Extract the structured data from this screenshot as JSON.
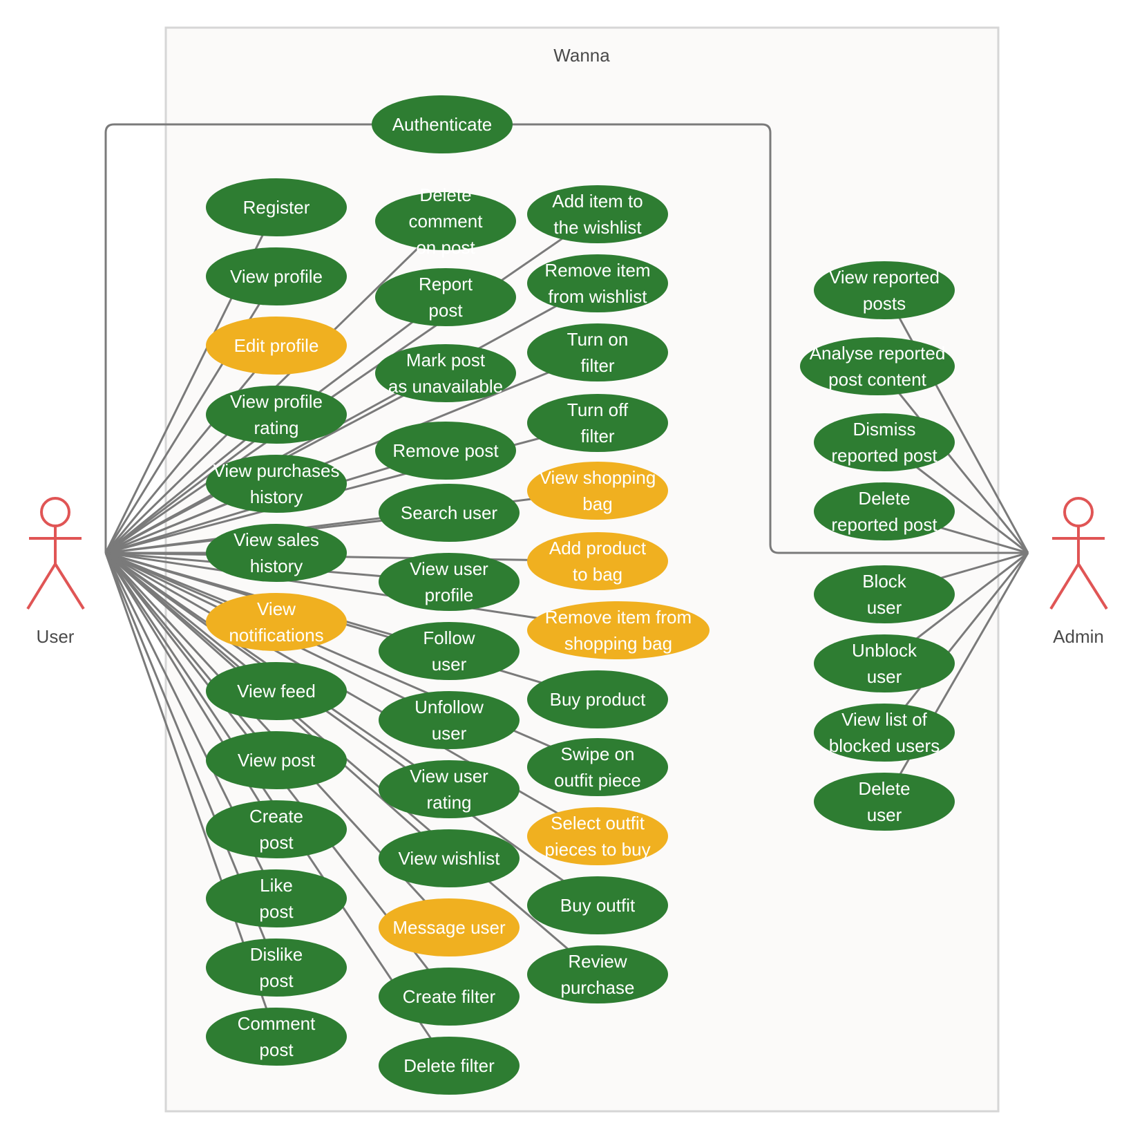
{
  "system": {
    "title": "Wanna"
  },
  "colors": {
    "implemented": "#2e7d32",
    "highlighted": "#f0b020",
    "line": "#7a7a7a",
    "actor": "#e05555"
  },
  "actors": {
    "user": "User",
    "admin": "Admin"
  },
  "use_cases": [
    {
      "id": "authenticate",
      "lines": [
        "Authenticate"
      ],
      "status": "implemented"
    },
    {
      "id": "register",
      "lines": [
        "Register"
      ],
      "status": "implemented"
    },
    {
      "id": "view-profile",
      "lines": [
        "View profile"
      ],
      "status": "implemented"
    },
    {
      "id": "edit-profile",
      "lines": [
        "Edit profile"
      ],
      "status": "highlighted"
    },
    {
      "id": "view-profile-rating",
      "lines": [
        "View profile",
        "rating"
      ],
      "status": "implemented"
    },
    {
      "id": "view-purchases-history",
      "lines": [
        "View purchases",
        "history"
      ],
      "status": "implemented"
    },
    {
      "id": "view-sales-history",
      "lines": [
        "View sales",
        "history"
      ],
      "status": "implemented"
    },
    {
      "id": "view-notifications",
      "lines": [
        "View",
        "notifications"
      ],
      "status": "highlighted"
    },
    {
      "id": "view-feed",
      "lines": [
        "View feed"
      ],
      "status": "implemented"
    },
    {
      "id": "view-post",
      "lines": [
        "View post"
      ],
      "status": "implemented"
    },
    {
      "id": "create-post",
      "lines": [
        "Create",
        "post"
      ],
      "status": "implemented"
    },
    {
      "id": "like-post",
      "lines": [
        "Like",
        "post"
      ],
      "status": "implemented"
    },
    {
      "id": "dislike-post",
      "lines": [
        "Dislike",
        "post"
      ],
      "status": "implemented"
    },
    {
      "id": "comment-post",
      "lines": [
        "Comment",
        "post"
      ],
      "status": "implemented"
    },
    {
      "id": "delete-comment",
      "lines": [
        "Delete",
        "comment",
        "on post"
      ],
      "status": "implemented"
    },
    {
      "id": "report-post",
      "lines": [
        "Report",
        "post"
      ],
      "status": "implemented"
    },
    {
      "id": "mark-unavailable",
      "lines": [
        "Mark post",
        "as unavailable"
      ],
      "status": "implemented"
    },
    {
      "id": "remove-post",
      "lines": [
        "Remove post"
      ],
      "status": "implemented"
    },
    {
      "id": "search-user",
      "lines": [
        "Search user"
      ],
      "status": "implemented"
    },
    {
      "id": "view-user-profile",
      "lines": [
        "View user",
        "profile"
      ],
      "status": "implemented"
    },
    {
      "id": "follow-user",
      "lines": [
        "Follow",
        "user"
      ],
      "status": "implemented"
    },
    {
      "id": "unfollow-user",
      "lines": [
        "Unfollow",
        "user"
      ],
      "status": "implemented"
    },
    {
      "id": "view-user-rating",
      "lines": [
        "View user",
        "rating"
      ],
      "status": "implemented"
    },
    {
      "id": "view-wishlist",
      "lines": [
        "View wishlist"
      ],
      "status": "implemented"
    },
    {
      "id": "message-user",
      "lines": [
        "Message user"
      ],
      "status": "highlighted"
    },
    {
      "id": "create-filter",
      "lines": [
        "Create filter"
      ],
      "status": "implemented"
    },
    {
      "id": "delete-filter",
      "lines": [
        "Delete filter"
      ],
      "status": "implemented"
    },
    {
      "id": "add-wishlist",
      "lines": [
        "Add item to",
        "the wishlist"
      ],
      "status": "implemented"
    },
    {
      "id": "remove-wishlist",
      "lines": [
        "Remove item",
        "from wishlist"
      ],
      "status": "implemented"
    },
    {
      "id": "turn-on-filter",
      "lines": [
        "Turn on",
        "filter"
      ],
      "status": "implemented"
    },
    {
      "id": "turn-off-filter",
      "lines": [
        "Turn off",
        "filter"
      ],
      "status": "implemented"
    },
    {
      "id": "view-shopping-bag",
      "lines": [
        "View shopping",
        "bag"
      ],
      "status": "highlighted"
    },
    {
      "id": "add-product-bag",
      "lines": [
        "Add product",
        "to bag"
      ],
      "status": "highlighted"
    },
    {
      "id": "remove-item-bag",
      "lines": [
        "Remove item from",
        "shopping bag"
      ],
      "status": "highlighted"
    },
    {
      "id": "buy-product",
      "lines": [
        "Buy product"
      ],
      "status": "implemented"
    },
    {
      "id": "swipe-outfit",
      "lines": [
        "Swipe on",
        "outfit piece"
      ],
      "status": "implemented"
    },
    {
      "id": "select-outfit",
      "lines": [
        "Select outfit",
        "pieces to buy"
      ],
      "status": "highlighted"
    },
    {
      "id": "buy-outfit",
      "lines": [
        "Buy outfit"
      ],
      "status": "implemented"
    },
    {
      "id": "review-purchase",
      "lines": [
        "Review",
        "purchase"
      ],
      "status": "implemented"
    },
    {
      "id": "view-reported-posts",
      "lines": [
        "View reported",
        "posts"
      ],
      "status": "implemented"
    },
    {
      "id": "analyse-reported",
      "lines": [
        "Analyse reported",
        "post content"
      ],
      "status": "implemented"
    },
    {
      "id": "dismiss-reported",
      "lines": [
        "Dismiss",
        "reported post"
      ],
      "status": "implemented"
    },
    {
      "id": "delete-reported",
      "lines": [
        "Delete",
        "reported post"
      ],
      "status": "implemented"
    },
    {
      "id": "block-user",
      "lines": [
        "Block",
        "user"
      ],
      "status": "implemented"
    },
    {
      "id": "unblock-user",
      "lines": [
        "Unblock",
        "user"
      ],
      "status": "implemented"
    },
    {
      "id": "view-blocked",
      "lines": [
        "View list of",
        "blocked users"
      ],
      "status": "implemented"
    },
    {
      "id": "delete-user",
      "lines": [
        "Delete",
        "user"
      ],
      "status": "implemented"
    }
  ],
  "associations": {
    "user": [
      "register",
      "view-profile",
      "edit-profile",
      "view-profile-rating",
      "view-purchases-history",
      "view-sales-history",
      "view-notifications",
      "view-feed",
      "view-post",
      "create-post",
      "like-post",
      "dislike-post",
      "comment-post",
      "delete-comment",
      "report-post",
      "mark-unavailable",
      "remove-post",
      "search-user",
      "view-user-profile",
      "follow-user",
      "unfollow-user",
      "view-user-rating",
      "view-wishlist",
      "message-user",
      "create-filter",
      "delete-filter",
      "add-wishlist",
      "remove-wishlist",
      "turn-on-filter",
      "turn-off-filter",
      "view-shopping-bag",
      "add-product-bag",
      "remove-item-bag",
      "buy-product",
      "swipe-outfit",
      "select-outfit",
      "buy-outfit",
      "review-purchase"
    ],
    "admin": [
      "view-reported-posts",
      "analyse-reported",
      "dismiss-reported",
      "delete-reported",
      "block-user",
      "unblock-user",
      "view-blocked",
      "delete-user"
    ],
    "shared": [
      "authenticate"
    ]
  }
}
